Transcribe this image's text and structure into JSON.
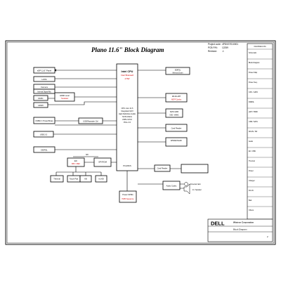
{
  "title": "Plano 11.6\" Block Diagram",
  "project": {
    "code_label": "Project code:",
    "code_value": "4PD0GT010001",
    "pcb_label": "PCB P/N:",
    "pcb_value": "12259",
    "rev_label": "Revision:",
    "rev_value": "-1"
  },
  "cpu": {
    "name": "Intel CPU",
    "sub": "Intel Braswell",
    "tdp": "4.5W",
    "features": [
      "CPU core 11.6",
      "Integrated GFX",
      "High Definition Audio",
      "SATA 3Gb/s",
      "USB 2.0/3.0",
      "PCIe 2.0"
    ]
  },
  "left_blocks": [
    {
      "id": "edp",
      "label": "eDP 11.6\" Panel"
    },
    {
      "id": "lvds",
      "label": "LVDS"
    },
    {
      "id": "camera",
      "label": "Camera"
    },
    {
      "id": "mic",
      "label": "Internal Digital Mic"
    },
    {
      "id": "dmic",
      "label": "DMIC"
    },
    {
      "id": "hdmi",
      "label": "HDMI"
    },
    {
      "id": "ddr",
      "label": "DDR3L"
    },
    {
      "id": "usb30",
      "label": "USB3.0 / PowerShare"
    },
    {
      "id": "usb20",
      "label": "USB 2.0"
    }
  ],
  "level_shift": {
    "label": "HDMI Level",
    "sub": "Translator"
  },
  "usb_repeater": {
    "label": "USB Repeater Ctrl"
  },
  "right_blocks": [
    {
      "id": "ddr3",
      "label": "DDR3L",
      "sub": "Memory Down"
    },
    {
      "id": "wlan",
      "label": "WLAN+BT",
      "sub": "NGFF Combo"
    },
    {
      "id": "ssd",
      "label": "SATA HDD",
      "sub": "SSD / eMMC"
    },
    {
      "id": "sdcard",
      "label": "Card Reader"
    },
    {
      "id": "wwan",
      "label": "WWAN/NGFF"
    }
  ],
  "lower_blocks": {
    "ec": "EC",
    "ec_sub": "KBC / MEC",
    "spi": "SPI ROM",
    "thermal": "Thermal",
    "touchpad": "Touch Pad",
    "kb": "KB",
    "led": "Int.KB"
  },
  "audio": {
    "codec": "Audio Codec",
    "jack": "Universal Jack",
    "spk": "Int. Speaker"
  },
  "card_reader": "Card Reader",
  "power_block": {
    "label": "Power SPRG",
    "sub": "PWR Sequence"
  },
  "bus_names": {
    "pch": "PCH BUS",
    "spi_bus": "SPI"
  },
  "revision_table": {
    "header": "CHANGE LOG",
    "rows": [
      "Schematic",
      "Block Diagram",
      "Power Map",
      "Power Seq.",
      "CPU / GPIO",
      "DDR3L",
      "eDP / HDMI",
      "USB / SATA",
      "WLAN / SD",
      "Audio",
      "EC / KBC",
      "Thermal",
      "Power",
      "Charger",
      "DC-IN",
      "Batt",
      "Others"
    ]
  },
  "company": {
    "logo": "DELL",
    "name": "Wistron Corporation",
    "doc": "Block Diagram",
    "sheet": "2"
  }
}
